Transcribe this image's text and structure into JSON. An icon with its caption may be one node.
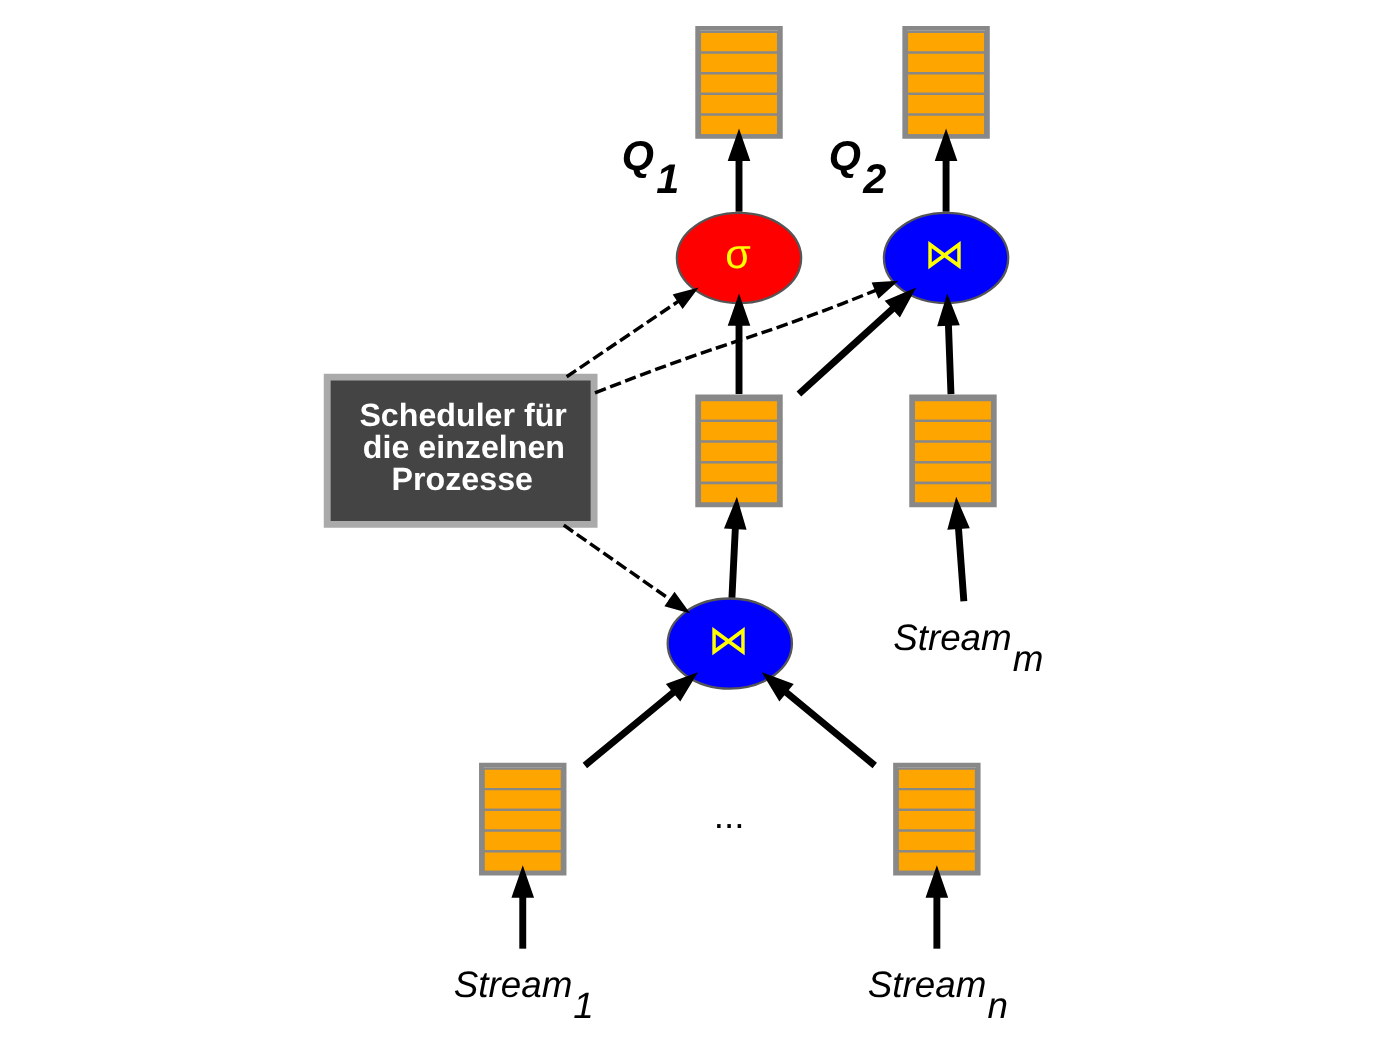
{
  "diagram": {
    "nodes": [
      {
        "text": [],
        "shape": "box",
        "beside": [
          "Q$_{1}$"
        ]
      },
      {
        "text": [],
        "shape": "box",
        "beside": [
          "Q$_{2}$"
        ]
      },
      {
        "text": [
          "σ"
        ]
      },
      {
        "text": [
          "⋈"
        ]
      },
      {
        "text": [
          "Scheduler für die einzelnen Prozesse"
        ]
      },
      {
        "text": [],
        "shape": "box"
      },
      {
        "text": [
          "⋈"
        ]
      },
      {
        "text": [],
        "shape": "box"
      },
      {
        "text": [],
        "shape": "box"
      },
      {
        "text": [],
        "shape": "box"
      },
      {
        "text": [
          "Stream$_{m}$"
        ]
      },
      {
        "text": [
          "Stream$_{1}$"
        ]
      },
      {
        "text": [
          "Stream$_{n}$"
        ]
      }
    ],
    "edges": [
      {
        "from": 2,
        "to": 0,
        "arrow": "to"
      },
      {
        "from": 3,
        "to": 1,
        "arrow": "to"
      },
      {
        "from": 4,
        "to": 2,
        "arrow": "to",
        "style": "dashed"
      },
      {
        "from": 4,
        "to": 3,
        "arrow": "to",
        "style": "dashed"
      },
      {
        "from": 4,
        "to": 6,
        "arrow": "to",
        "style": "dashed"
      },
      {
        "from": 5,
        "to": 2,
        "arrow": "to"
      },
      {
        "from": 5,
        "to": 3,
        "arrow": "to"
      },
      {
        "from": 6,
        "to": 5,
        "arrow": "to"
      },
      {
        "from": 7,
        "to": 3,
        "arrow": "to"
      },
      {
        "from": 10,
        "to": 7,
        "arrow": "to"
      },
      {
        "from": 8,
        "to": 6,
        "arrow": "to"
      },
      {
        "from": 9,
        "to": 6,
        "arrow": "to"
      },
      {
        "from": 11,
        "to": 8,
        "arrow": "to"
      },
      {
        "from": 12,
        "to": 9,
        "arrow": "to"
      }
    ],
    "labels": [
      "..."
    ]
  }
}
